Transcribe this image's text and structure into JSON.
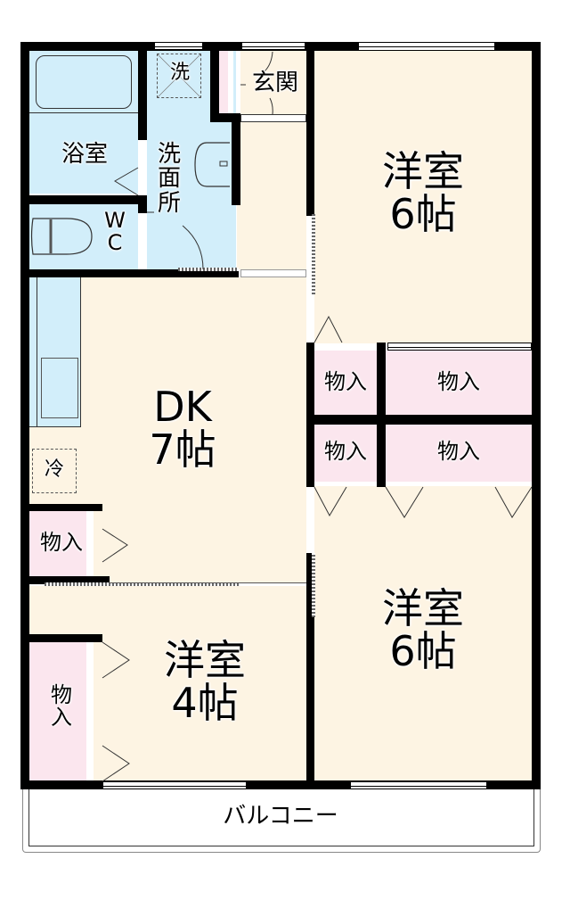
{
  "floorplan": {
    "rooms": {
      "bath": {
        "label": "浴室"
      },
      "washroom": {
        "label": "洗\n面\n所"
      },
      "washer": {
        "label": "洗"
      },
      "wc": {
        "label": "W\nC"
      },
      "entrance": {
        "label": "玄関"
      },
      "western_ne": {
        "label": "洋室",
        "size": "6帖"
      },
      "dk": {
        "label": "DK",
        "size": "7帖"
      },
      "fridge": {
        "label": "冷"
      },
      "western_sw": {
        "label": "洋室",
        "size": "4帖"
      },
      "western_se": {
        "label": "洋室",
        "size": "6帖"
      },
      "balcony": {
        "label": "バルコニー"
      }
    },
    "storage": [
      {
        "id": "closet-1",
        "label": "物入"
      },
      {
        "id": "closet-2",
        "label": "物入"
      },
      {
        "id": "closet-3",
        "label": "物入"
      },
      {
        "id": "closet-4",
        "label": "物入"
      },
      {
        "id": "closet-dk",
        "label": "物入"
      },
      {
        "id": "closet-west",
        "label": "物\n入"
      }
    ],
    "colors": {
      "wall": "#000000",
      "wood_floor": "#fdf4e3",
      "wet_area": "#d2eefa",
      "storage": "#fbe6ee"
    }
  }
}
